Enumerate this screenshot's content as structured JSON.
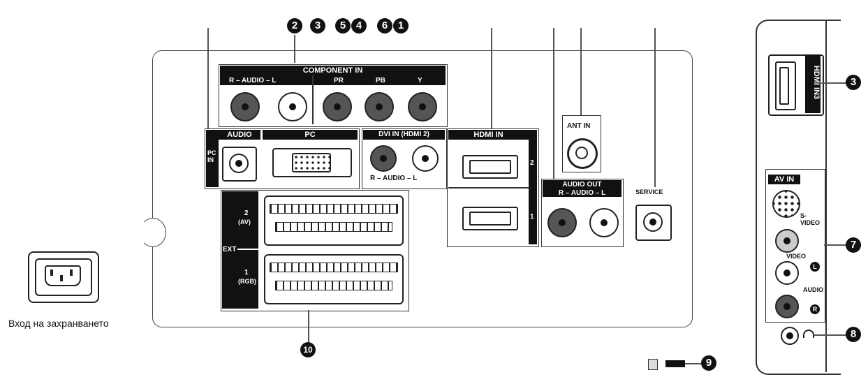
{
  "callouts": {
    "c1": "1",
    "c2": "2",
    "c3": "3",
    "c4": "4",
    "c5": "5",
    "c6": "6",
    "c7": "7",
    "c8": "8",
    "c9": "9",
    "c10": "10",
    "c3_side": "3"
  },
  "component_in": {
    "title": "COMPONENT IN",
    "audio_label": "R – AUDIO – L",
    "pr": "PR",
    "pb": "PB",
    "y": "Y"
  },
  "pc_in": {
    "side_label": "PC IN",
    "audio": "AUDIO",
    "pc": "PC"
  },
  "dvi": {
    "title": "DVI IN (HDMI 2)",
    "audio_label": "R – AUDIO – L"
  },
  "hdmi_in": {
    "title": "HDMI IN",
    "n2": "2",
    "n1": "1"
  },
  "ant_in": "ANT IN",
  "audio_out": {
    "title": "AUDIO OUT",
    "audio_label": "R – AUDIO – L"
  },
  "service": "SERVICE",
  "ext": {
    "label": "EXT",
    "av": "2\n(AV)",
    "av_n": "2",
    "av_t": "(AV)",
    "rgb_n": "1",
    "rgb_t": "(RGB)"
  },
  "power_caption": "Вход на захранването",
  "side_panel": {
    "hdmi3": "HDMI IN3",
    "av_in": "AV IN",
    "s_video": "S-VIDEO",
    "video": "VIDEO",
    "audio": "AUDIO",
    "l": "L",
    "r": "R"
  }
}
